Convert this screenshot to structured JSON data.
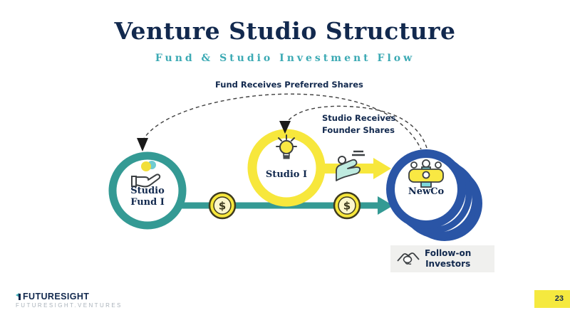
{
  "slide": {
    "title": "Venture Studio Structure",
    "subtitle": "Fund & Studio Investment Flow",
    "page_number": "23"
  },
  "annotations": {
    "fund_shares": "Fund Receives Preferred Shares",
    "studio_shares_line1": "Studio Receives",
    "studio_shares_line2": "Founder Shares"
  },
  "nodes": {
    "fund_line1": "Studio",
    "fund_line2": "Fund I",
    "studio_label": "Studio I",
    "newco_label": "NewCo"
  },
  "flows": {
    "coin_symbol": "$"
  },
  "followon": {
    "line1": "Follow-on",
    "line2": "Investors"
  },
  "footer": {
    "brand": "FUTURESIGHT",
    "domain": "FUTURESIGHT.VENTURES"
  },
  "colors": {
    "navy": "#12294E",
    "teal_ring": "#349A94",
    "teal_subtitle": "#3CAAB4",
    "yellow": "#F7E73C",
    "blue": "#2A55A6",
    "coin_inner": "#FCF6CC",
    "followon_box": "#F0F0EE",
    "page_box": "#F5E93F"
  }
}
